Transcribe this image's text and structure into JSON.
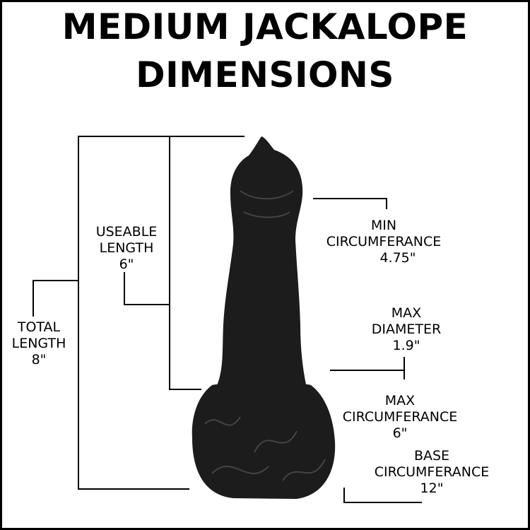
{
  "title": {
    "line1": "MEDIUM JACKALOPE",
    "line2": "DIMENSIONS"
  },
  "labels": {
    "total_length": {
      "name1": "TOTAL",
      "name2": "LENGTH",
      "value": "8\""
    },
    "useable_length": {
      "name1": "USEABLE",
      "name2": "LENGTH",
      "value": "6\""
    },
    "min_circumference": {
      "name1": "MIN",
      "name2": "CIRCUMFERANCE",
      "value": "4.75\""
    },
    "max_diameter": {
      "name1": "MAX",
      "name2": "DIAMETER",
      "value": "1.9\""
    },
    "max_circumference": {
      "name1": "MAX",
      "name2": "CIRCUMFERANCE",
      "value": "6\""
    },
    "base_circumference": {
      "name1": "BASE",
      "name2": "CIRCUMFERANCE",
      "value": "12\""
    }
  },
  "colors": {
    "product": "#1c1c1c",
    "line": "#000000"
  }
}
